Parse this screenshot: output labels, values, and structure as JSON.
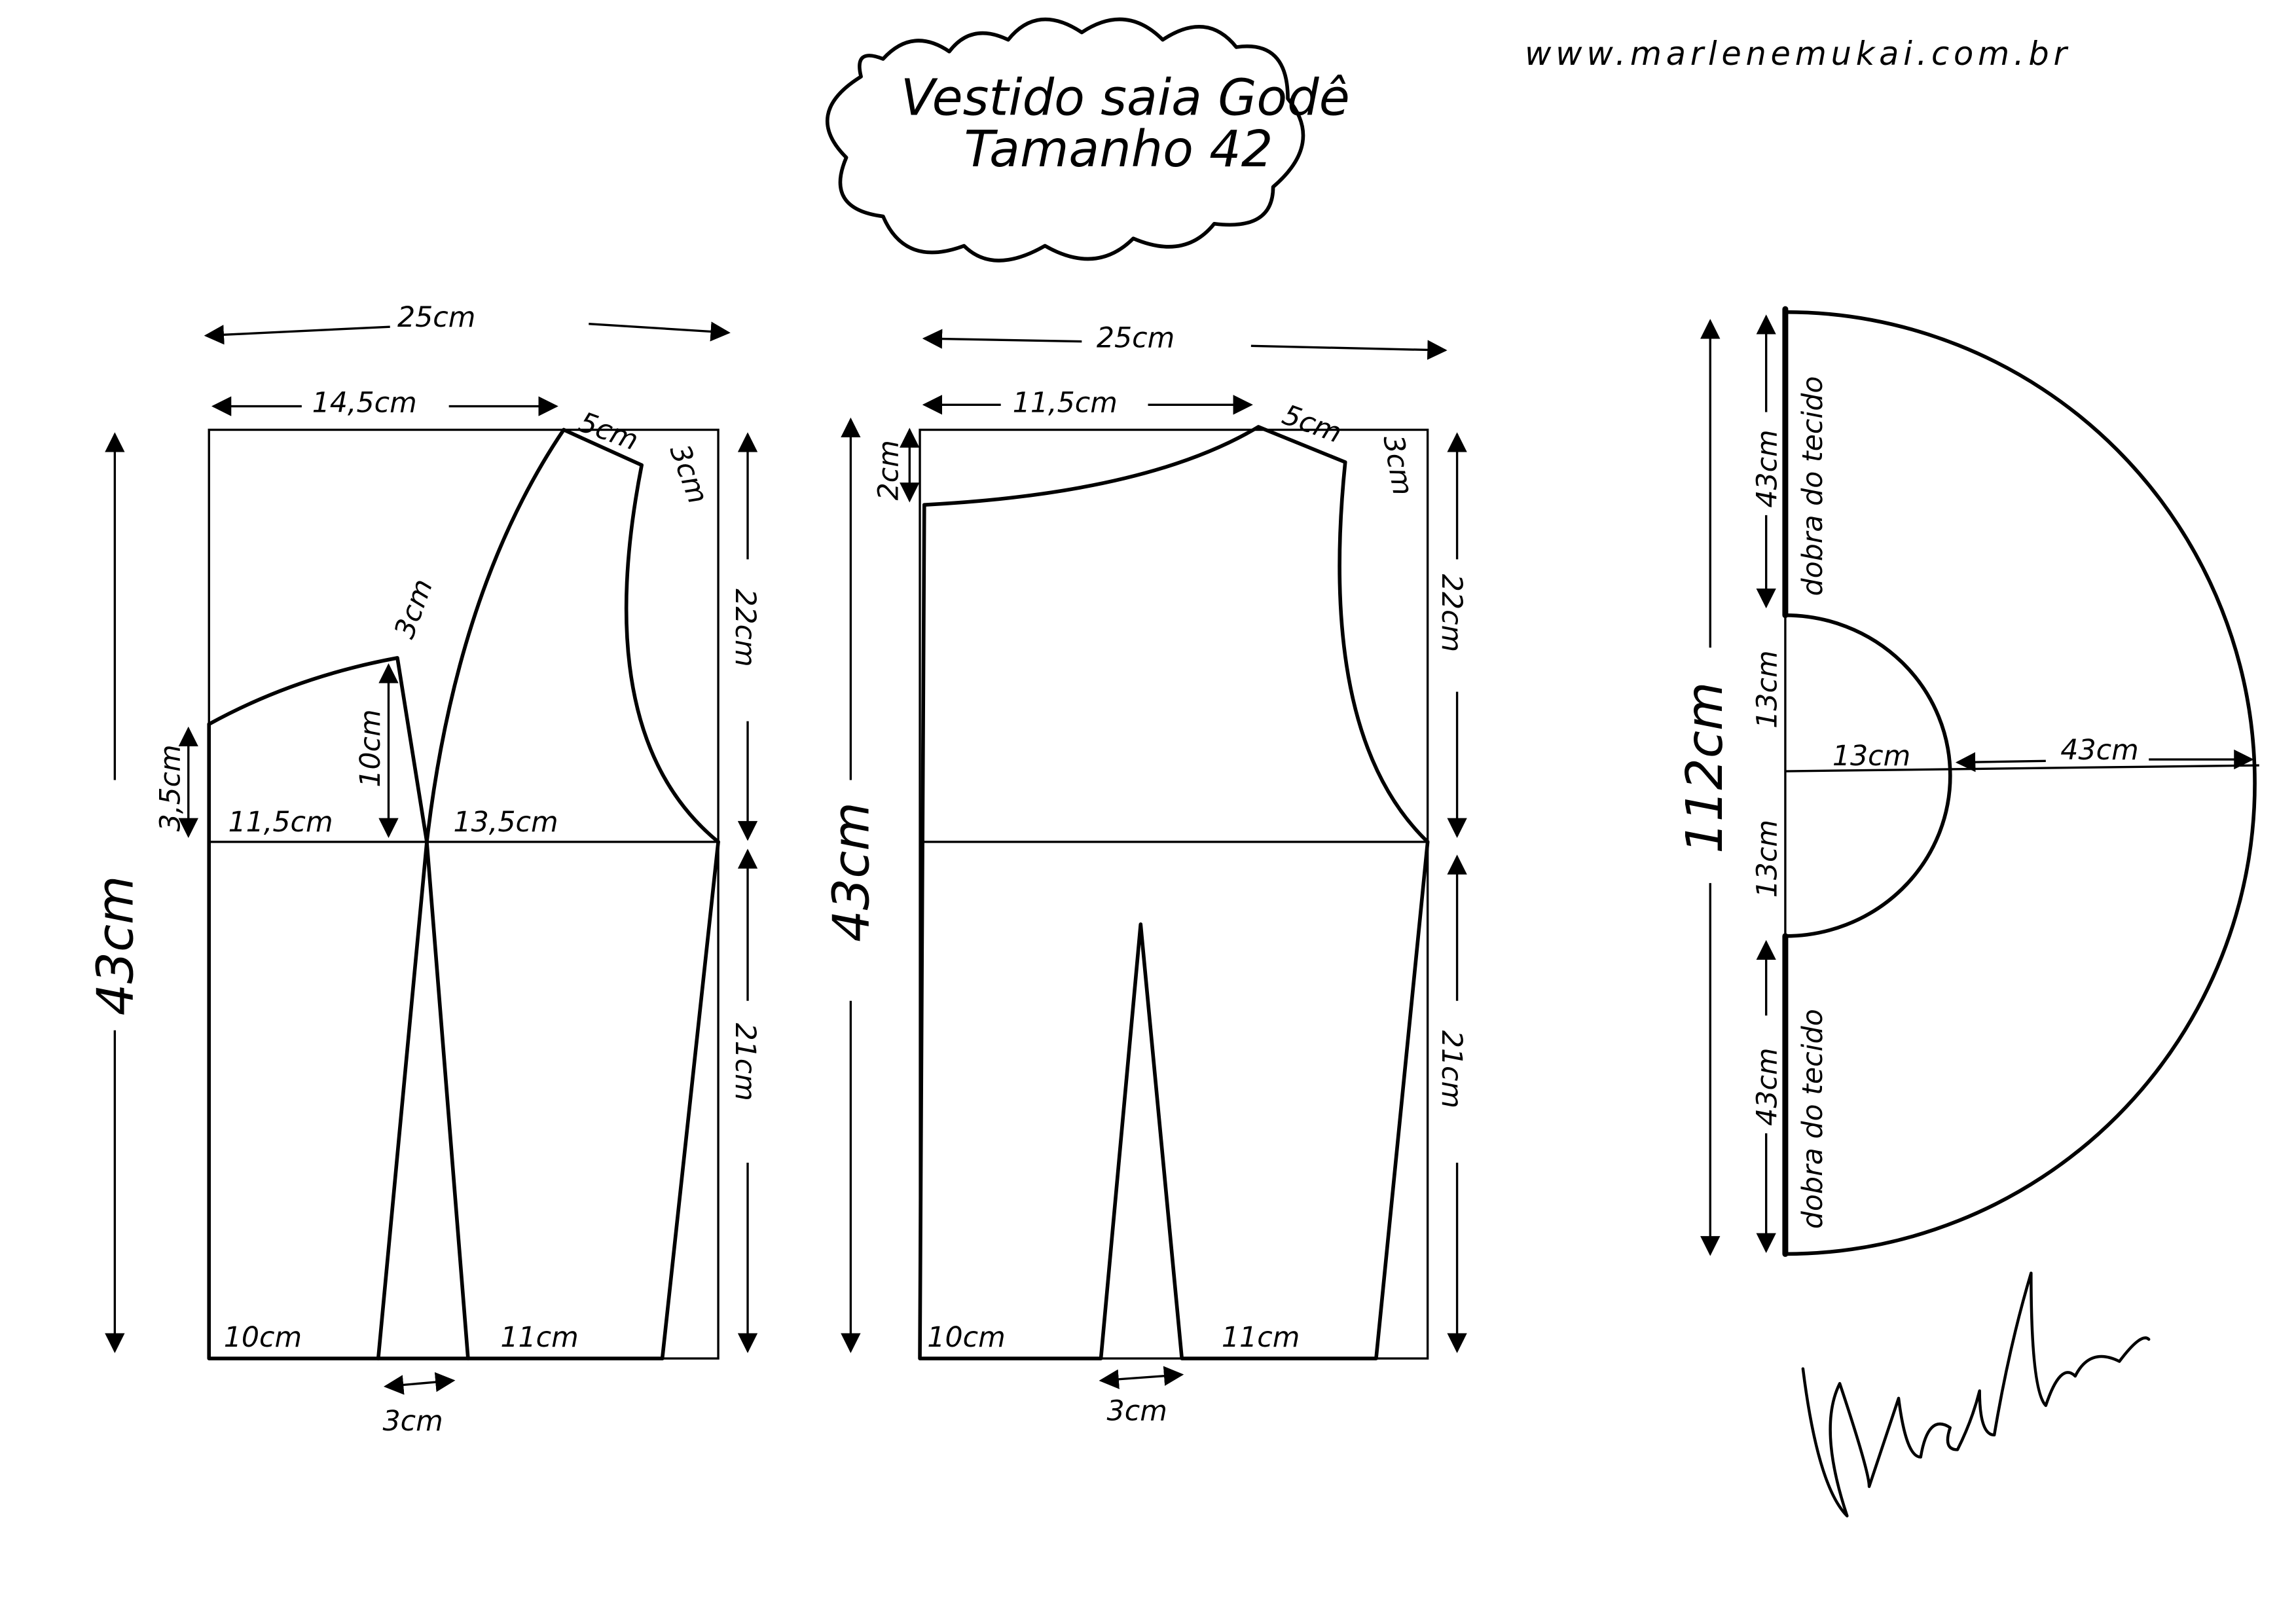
{
  "title": {
    "line1": "Vestido saia Godê",
    "line2": "Tamanho 42"
  },
  "website": "www.marlenemukai.com.br",
  "signature": "Marlene Mukai",
  "front_piece": {
    "width": "25cm",
    "shoulder_to_neck": "14,5cm",
    "shoulder": "5cm",
    "shoulder_drop": "3cm",
    "dart_top": "3cm",
    "dart_height": "10cm",
    "side_left": "3,5cm",
    "waist_left": "11,5cm",
    "waist_right": "13,5cm",
    "bodice_height": "22cm",
    "skirt_height": "21cm",
    "total_height": "43cm",
    "hem_left": "10cm",
    "hem_right": "11cm",
    "hem_dart": "3cm"
  },
  "back_piece": {
    "width": "25cm",
    "neck": "11,5cm",
    "shoulder": "5cm",
    "shoulder_drop": "3cm",
    "neck_drop": "2cm",
    "bodice_height": "22cm",
    "skirt_height": "21cm",
    "total_height": "43cm",
    "hem_left": "10cm",
    "hem_right": "11cm",
    "hem_dart": "3cm"
  },
  "skirt": {
    "total_length": "112cm",
    "fold_top_len": "43cm",
    "waist_top": "13cm",
    "waist_bottom": "13cm",
    "fold_bottom_len": "43cm",
    "fold_label": "dobra do tecido",
    "waist_radius": "13cm",
    "skirt_length": "43cm"
  }
}
